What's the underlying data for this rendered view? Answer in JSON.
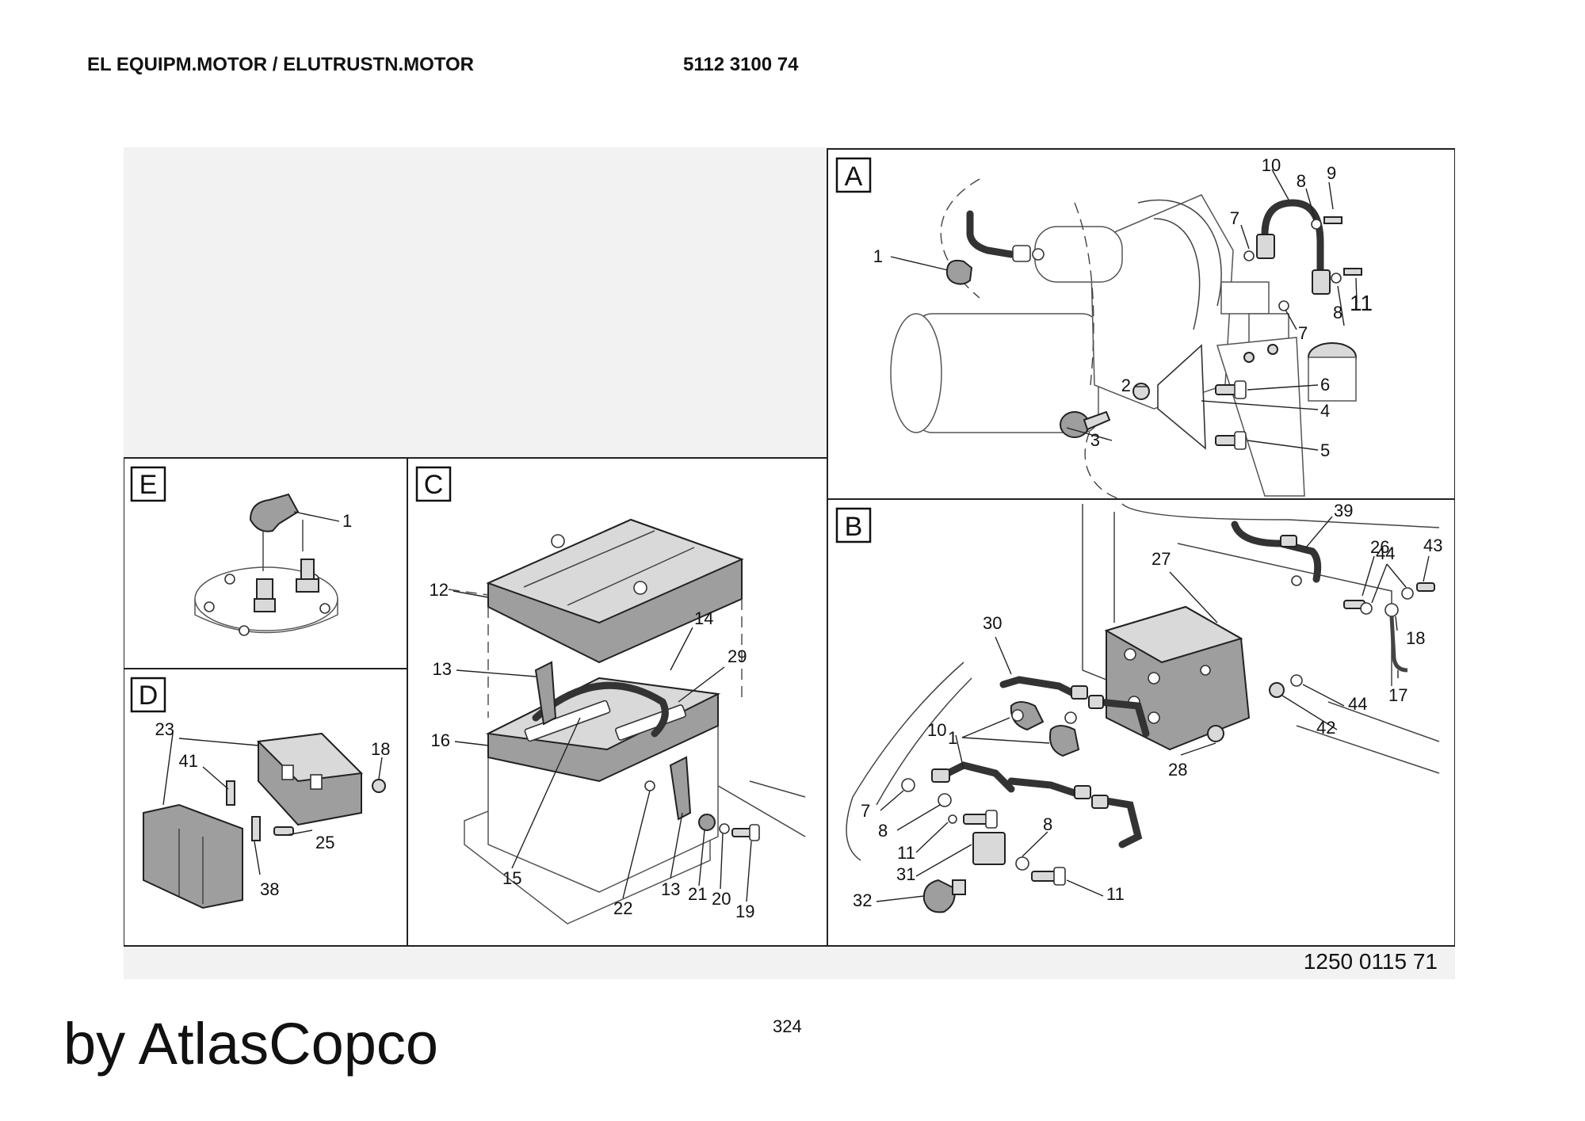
{
  "header": {
    "title": "EL EQUIPM.MOTOR / ELUTRUSTN.MOTOR",
    "part_number": "5112 3100 74"
  },
  "footer": {
    "drawing_number": "1250 0115 71",
    "page_number": "324",
    "brand": "by AtlasCopco"
  },
  "panels": {
    "A": {
      "letter": "A",
      "labels": [
        "1",
        "2",
        "3",
        "4",
        "5",
        "6",
        "7",
        "7",
        "8",
        "8",
        "9",
        "10",
        "11"
      ]
    },
    "B": {
      "letter": "B",
      "labels": [
        "39",
        "26",
        "43",
        "27",
        "44",
        "18",
        "30",
        "44",
        "17",
        "42",
        "10",
        "1",
        "28",
        "7",
        "8",
        "11",
        "8",
        "31",
        "11",
        "32"
      ]
    },
    "C": {
      "letter": "C",
      "labels": [
        "12",
        "14",
        "29",
        "13",
        "16",
        "15",
        "22",
        "13",
        "21",
        "20",
        "19"
      ]
    },
    "D": {
      "letter": "D",
      "labels": [
        "23",
        "18",
        "41",
        "25",
        "38"
      ]
    },
    "E": {
      "letter": "E",
      "labels": [
        "1"
      ]
    }
  },
  "colors": {
    "part_dark": "#9e9e9e",
    "part_light": "#d9d9d9",
    "sheet_bg": "#f2f2f2",
    "line": "#222222"
  }
}
